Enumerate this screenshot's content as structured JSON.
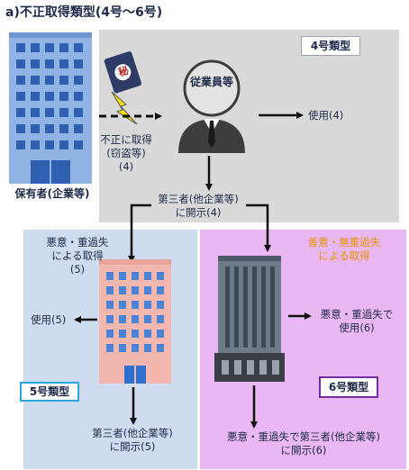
{
  "title": "a)不正取得類型(4号〜6号)",
  "tags": {
    "t4": "4号類型",
    "t5": "5号類型",
    "t6": "6号類型"
  },
  "labels": {
    "holder": "保有者(企業等)",
    "employee": "従業員等",
    "secret": "秘",
    "acquire": [
      "不正に取得",
      "(窃盗等)",
      "(4)"
    ],
    "use4": "使用(4)",
    "disclose4": [
      "第三者(他企業等)",
      "に開示(4)"
    ],
    "malice5": [
      "悪意・重過失",
      "による取得",
      "(5)"
    ],
    "use5": "使用(5)",
    "disclose5": [
      "第三者(他企業等)",
      "に開示(5)"
    ],
    "good6": [
      "善意・無重過失",
      "による取得"
    ],
    "use6": [
      "悪意・重過失で",
      "使用(6)"
    ],
    "disclose6": [
      "悪意・重過失で第三者(他企業等)",
      "に開示(6)"
    ]
  },
  "colors": {
    "panel_gray": "#d9d9d9",
    "panel_blue": "#cfdbef",
    "panel_pink": "#e9b7f3",
    "accent_orange": "#e69500",
    "tag5_border": "#29a8e0",
    "tag6_border": "#7030a0"
  }
}
